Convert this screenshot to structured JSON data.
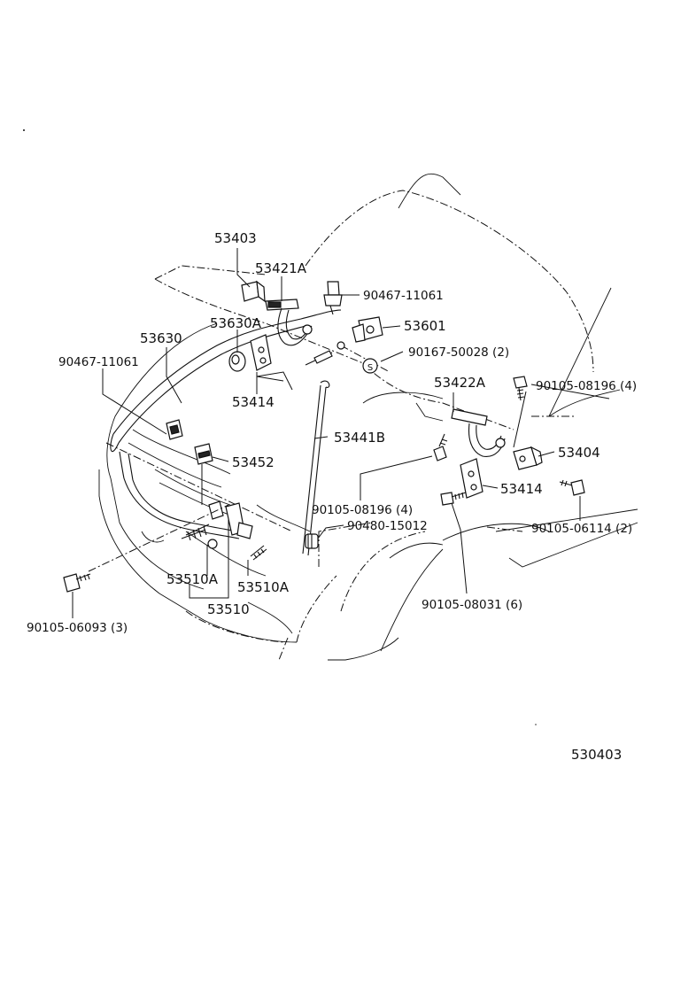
{
  "labels": {
    "p53403": "53403",
    "p53421A": "53421A",
    "p90467_top": "90467-11061",
    "p53630A": "53630A",
    "p53601": "53601",
    "p53630": "53630",
    "p90167": "90167-50028 (2)",
    "p90467_left": "90467-11061",
    "p53414_left": "53414",
    "p53422A": "53422A",
    "p90105_08196_right": "90105-08196 (4)",
    "p53441B": "53441B",
    "p53452": "53452",
    "p53404": "53404",
    "p90105_08196_mid": "90105-08196 (4)",
    "p53414_right": "53414",
    "p90480": "90480-15012",
    "p90105_06114": "90105-06114 (2)",
    "p53510A_left": "53510A",
    "p53510A_right": "53510A",
    "p53510": "53510",
    "p90105_08031": "90105-08031 (6)",
    "p90105_06093": "90105-06093 (3)",
    "figure_code": "530403"
  }
}
